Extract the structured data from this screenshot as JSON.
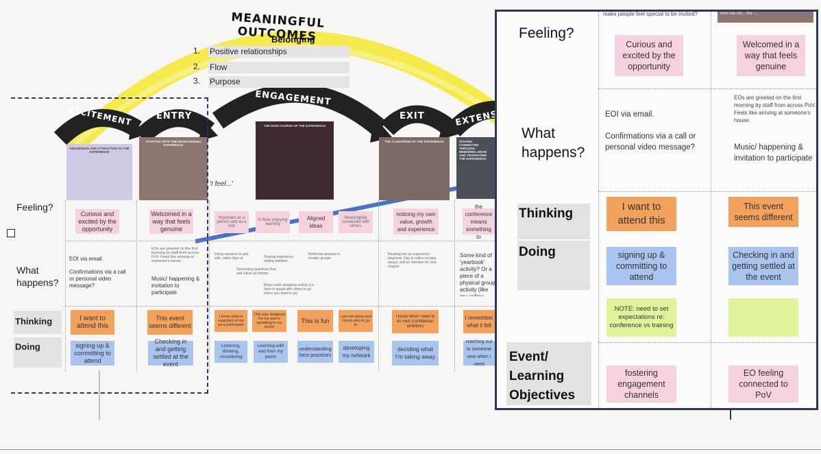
{
  "outcomes": {
    "title": "MEANINGFUL OUTCOMES",
    "subtitle": "Belonging",
    "items": [
      {
        "num": "1.",
        "label": "Positive relationships"
      },
      {
        "num": "2.",
        "label": "Flow"
      },
      {
        "num": "3.",
        "label": "Purpose"
      }
    ]
  },
  "phases": {
    "excitement": "EXCITEMENT",
    "entry": "ENTRY",
    "engagement": "ENGAGEMENT",
    "exit": "EXIT",
    "extension": "EXTENSI"
  },
  "cards": {
    "excitement_title": "AWARENESS AND ATTRACTION TO THE EXPERIENCE",
    "entry_title": "STARTING WITH THE REGROUNDING EXPERIENCE",
    "engagement_title": "THE MAIN COURSE OF THE EXPERIENCE",
    "exit_title": "THE CLIMAX/END OF THE EXPERIENCE",
    "extension_title": "STAYING CONNECTED THROUGH MEMORIES, MOVE AND TRANSFORM THE EXPERIENCE"
  },
  "left_board": {
    "feeling_label": "Feeling?",
    "what_happens_label": "What happens?",
    "thinking_label": "Thinking",
    "doing_label": "Doing",
    "i_feel": "'I feel...'",
    "feeling_stickies": [
      "Curious and excited by the opportunity",
      "Welcomed in a way that feels genuine",
      "Important as a person and as a role",
      "In flow, enjoying learning",
      "Aligned ideas",
      "Meaningfully connected with others",
      "noticing my own value, growth and experience",
      "the conference means something to"
    ],
    "happens_texts": [
      "EOI via email.",
      "Confirmations via a call or personal video message?",
      "EOs are greeted on the first morning by staff from across PoV. Feels like arriving at someone's house.",
      "Music/ happening & invitation to participate",
      "Doing sessions to and with, rather than at",
      "Sharing experience, setting ambition",
      "Reflective practice in smaller groups",
      "Generating questions that add value/ go deeper",
      "Bingo card/ swapping activity (i.e. have to speak with others to go where you want to go)",
      "Reading into an experience playbook. Opp to reflect on take aways, and an intention for next chapter.",
      "Some kind of 'yearbook' activity? Or a piece of a physical group activity (like my yellow plane)"
    ],
    "thinking_stickies": [
      "I want to attend this",
      "This event seems different",
      "I know what is expected of me as a participant",
      "This was designed for me and is speaking to my needs",
      "This is fun",
      "I am not alone and I know who to go to",
      "I know what I need to do next (confidence/ ambition)",
      "I remember what it felt"
    ],
    "doing_stickies": [
      "signing up & committing to attend",
      "Checking in and getting settled at the event",
      "Listening, thinking, considering",
      "Learning with and from my peers",
      "understanding best practices",
      "developing my network",
      "deciding what I'm taking away",
      "reaching out to someone new when I need"
    ]
  },
  "zoom": {
    "top_cut_left": "make people feel special to be invited?",
    "top_cut_right": "how can we... the ...",
    "feeling_label": "Feeling?",
    "what_happens_label": "What happens?",
    "thinking_label": "Thinking",
    "doing_label": "Doing",
    "objectives_label": "Event/ Learning Objectives",
    "feeling_left": "Curious and excited by the opportunity",
    "feeling_right": "Welcomed in a way that feels genuine",
    "happens_left_1": "EOI via email.",
    "happens_left_2": "Confirmations via a call or personal video message?",
    "happens_right_1": "EOs are greeted on the first morning by staff from across PoV. Feels like arriving at someone's house.",
    "happens_right_2": "Music/ happening & invitation to participate",
    "thinking_left": "I want to attend this",
    "thinking_right": "This event seems different",
    "doing_left": "signing up & committing to attend",
    "doing_right": "Checking in and getting settled at the event",
    "note": "NOTE: need to set expectations re: conference vs training",
    "objective_left": "fostering engagement channels",
    "objective_right": "EO feeling connected to PoV"
  },
  "colors": {
    "pink": "#f6d2e0",
    "orange": "#f2a25c",
    "blue": "#a9c5ef",
    "lime": "#dff49a",
    "arc_yellow": "#f5e94a",
    "frame": "#2b3466",
    "arrow": "#4a72c4"
  }
}
